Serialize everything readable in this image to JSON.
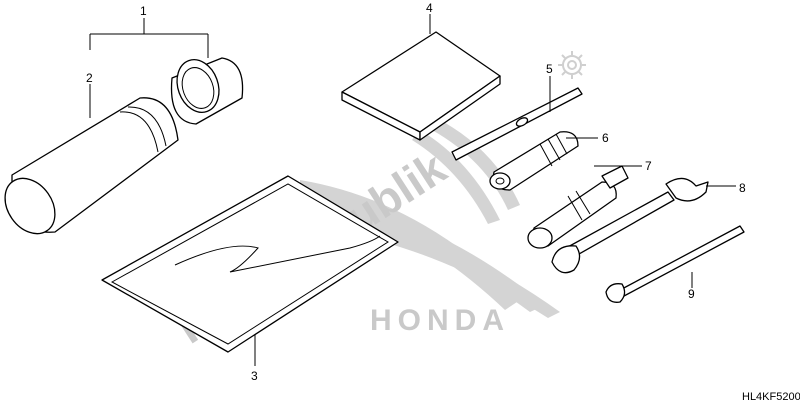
{
  "diagram": {
    "callouts": [
      "1",
      "2",
      "3",
      "4",
      "5",
      "6",
      "7",
      "8",
      "9"
    ],
    "reference_code": "HL4KF5200"
  },
  "watermark": {
    "text": "PartsRepublik",
    "brand_text": "HONDA"
  },
  "colors": {
    "line": "#000000",
    "background": "#ffffff",
    "watermark": "#c9c9c9"
  }
}
